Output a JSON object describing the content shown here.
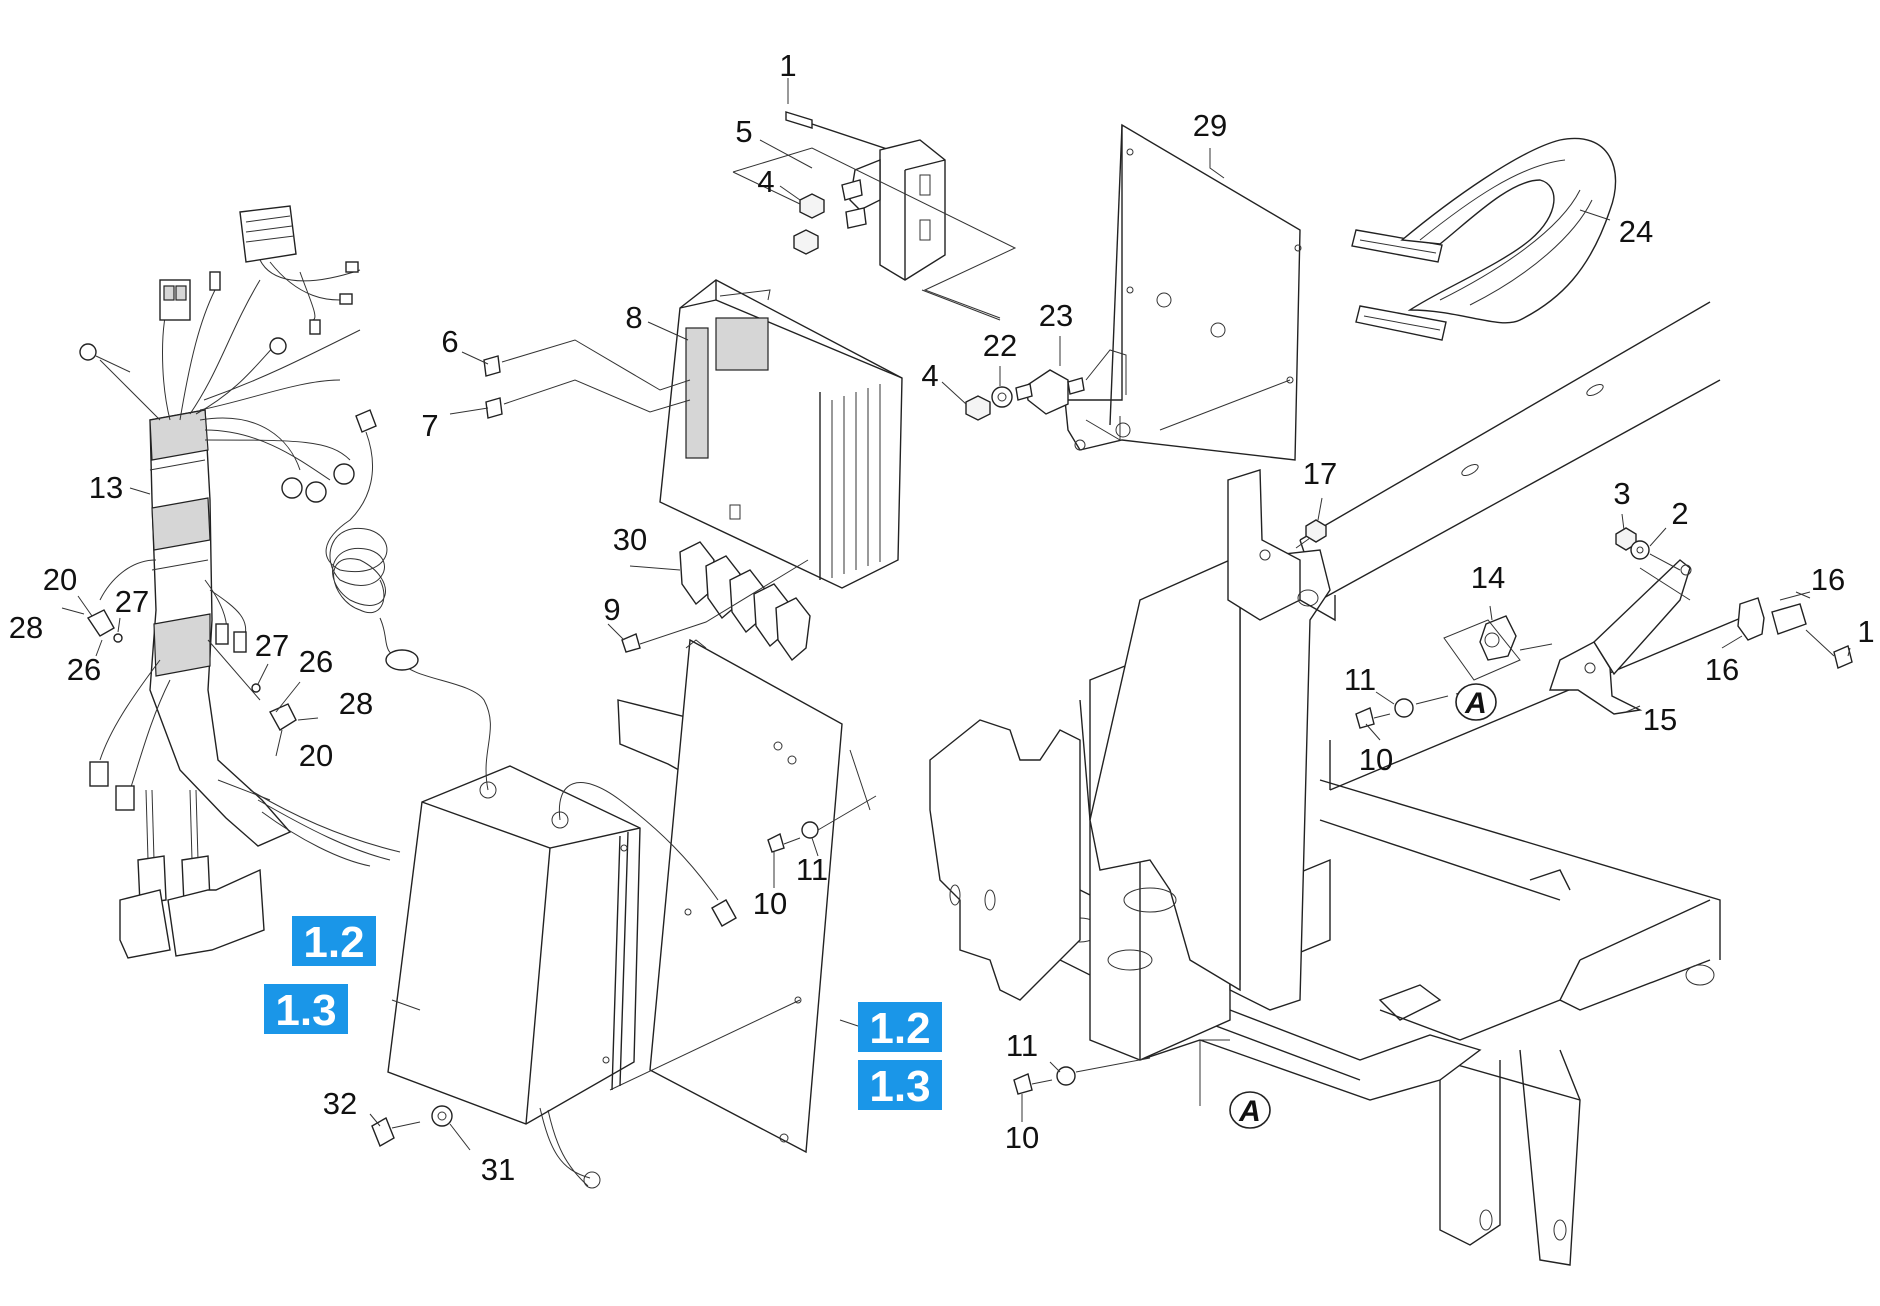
{
  "callouts": [
    {
      "id": "c1a",
      "text": "1"
    },
    {
      "id": "c5",
      "text": "5"
    },
    {
      "id": "c4a",
      "text": "4"
    },
    {
      "id": "c8",
      "text": "8"
    },
    {
      "id": "c6",
      "text": "6"
    },
    {
      "id": "c7",
      "text": "7"
    },
    {
      "id": "c4b",
      "text": "4"
    },
    {
      "id": "c22",
      "text": "22"
    },
    {
      "id": "c23",
      "text": "23"
    },
    {
      "id": "c29",
      "text": "29"
    },
    {
      "id": "c24",
      "text": "24"
    },
    {
      "id": "c13",
      "text": "13"
    },
    {
      "id": "c20a",
      "text": "20"
    },
    {
      "id": "c27a",
      "text": "27"
    },
    {
      "id": "c28a",
      "text": "28"
    },
    {
      "id": "c26a",
      "text": "26"
    },
    {
      "id": "c27b",
      "text": "27"
    },
    {
      "id": "c26b",
      "text": "26"
    },
    {
      "id": "c28b",
      "text": "28"
    },
    {
      "id": "c20b",
      "text": "20"
    },
    {
      "id": "c30",
      "text": "30"
    },
    {
      "id": "c9",
      "text": "9"
    },
    {
      "id": "c17",
      "text": "17"
    },
    {
      "id": "c3",
      "text": "3"
    },
    {
      "id": "c2",
      "text": "2"
    },
    {
      "id": "c14",
      "text": "14"
    },
    {
      "id": "c16a",
      "text": "16"
    },
    {
      "id": "c16b",
      "text": "16"
    },
    {
      "id": "c1b",
      "text": "1"
    },
    {
      "id": "c11a",
      "text": "11"
    },
    {
      "id": "c10a",
      "text": "10"
    },
    {
      "id": "c15",
      "text": "15"
    },
    {
      "id": "c10b",
      "text": "10"
    },
    {
      "id": "c11b",
      "text": "11"
    },
    {
      "id": "c11c",
      "text": "11"
    },
    {
      "id": "c10c",
      "text": "10"
    },
    {
      "id": "c32",
      "text": "32"
    },
    {
      "id": "c31",
      "text": "31"
    }
  ],
  "detail_marks": [
    {
      "id": "a1",
      "text": "A"
    },
    {
      "id": "a2",
      "text": "A"
    }
  ],
  "section_refs": [
    {
      "id": "r1",
      "text": "1.2"
    },
    {
      "id": "r2",
      "text": "1.3"
    },
    {
      "id": "r3",
      "text": "1.2"
    },
    {
      "id": "r4",
      "text": "1.3"
    }
  ],
  "colors": {
    "section_ref_bg": "#1a96e8",
    "section_ref_text": "#ffffff",
    "line": "#222222"
  }
}
